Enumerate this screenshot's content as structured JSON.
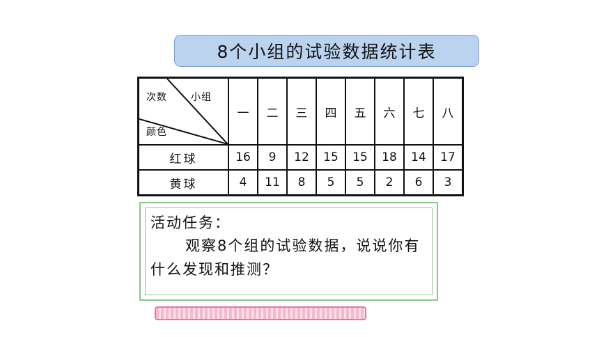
{
  "title": "8个小组的试验数据统计表",
  "table": {
    "corner": {
      "top_left": "次数",
      "top_right": "小组",
      "bottom_left": "颜色"
    },
    "groups": [
      "一",
      "二",
      "三",
      "四",
      "五",
      "六",
      "七",
      "八"
    ],
    "rows": [
      {
        "label": "红球",
        "values": [
          "16",
          "9",
          "12",
          "15",
          "15",
          "18",
          "14",
          "17"
        ]
      },
      {
        "label": "黄球",
        "values": [
          "4",
          "11",
          "8",
          "5",
          "5",
          "2",
          "6",
          "3"
        ]
      }
    ]
  },
  "task": {
    "heading": "活动任务：",
    "body": "观察8个组的试验数据，说说你有什么发现和推测？"
  }
}
